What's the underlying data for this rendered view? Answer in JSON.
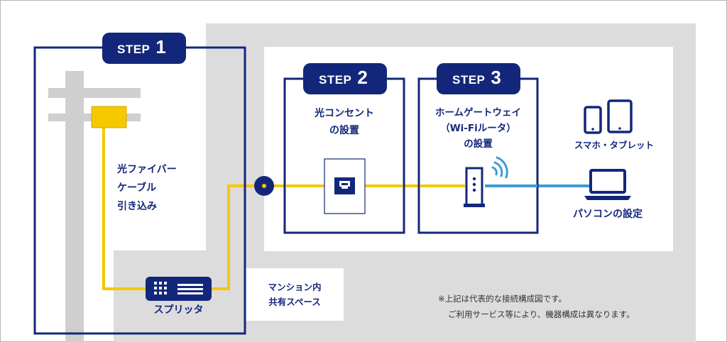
{
  "steps": [
    {
      "word": "STEP",
      "number": "1"
    },
    {
      "word": "STEP",
      "number": "2"
    },
    {
      "word": "STEP",
      "number": "3"
    }
  ],
  "labels": {
    "fiber_line1": "光ファイバー",
    "fiber_line2": "ケーブル",
    "fiber_line3": "引き込み",
    "splitter": "スプリッタ",
    "outlet_line1": "光コンセント",
    "outlet_line2": "の設置",
    "gateway_line1": "ホームゲートウェイ",
    "gateway_line2": "（Wi-Fiルータ）",
    "gateway_line3": "の設置",
    "smartphone_tablet": "スマホ・タブレット",
    "pc_setup": "パソコンの設定",
    "mansion_line1": "マンション内",
    "mansion_line2": "共有スペース"
  },
  "notes": {
    "line1": "※上記は代表的な接続構成図です。",
    "line2": "ご利用サービス等により、機器構成は異なります。"
  },
  "colors": {
    "navy": "#13277a",
    "fiber_yellow": "#f5c800",
    "wifi_blue": "#3f9ad6",
    "gray_area": "#dcdcdc",
    "pole": "#cfcfcf"
  },
  "icons": [
    "smartphone-icon",
    "tablet-icon",
    "laptop-icon",
    "wifi-icon",
    "router-icon",
    "outlet-icon",
    "splitter-icon",
    "utility-pole-icon",
    "junction-icon"
  ]
}
